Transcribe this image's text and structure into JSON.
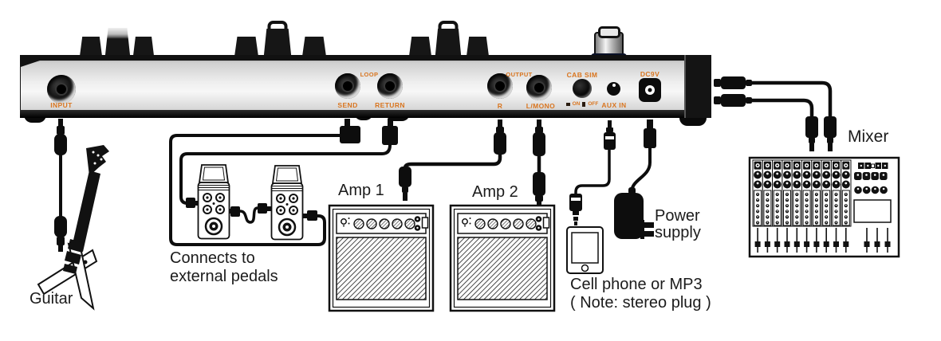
{
  "device": {
    "accent_color": "#d9751f",
    "panel_labels": {
      "input": "INPUT",
      "loop": "LOOP",
      "send": "SEND",
      "return": "RETURN",
      "output": "OUTPUT",
      "r": "R",
      "l_mono": "L/MONO",
      "cab_sim": "CAB SIM",
      "cab_on": "ON",
      "cab_off": "OFF",
      "aux_in": "AUX IN",
      "dc": "DC9V"
    }
  },
  "annotations": {
    "guitar": "Guitar",
    "pedals_line1": "Connects to",
    "pedals_line2": "external pedals",
    "amp1": "Amp 1",
    "amp2": "Amp 2",
    "phone_line1": "Cell phone or MP3",
    "phone_line2": "( Note: stereo plug )",
    "power_line1": "Power",
    "power_line2": "supply",
    "mixer": "Mixer"
  }
}
